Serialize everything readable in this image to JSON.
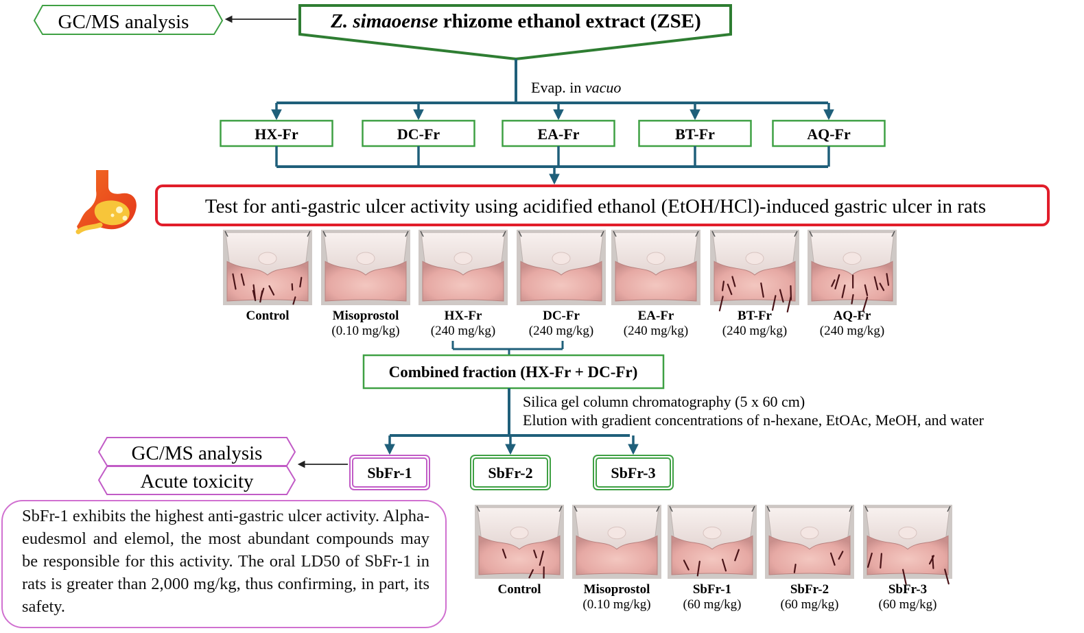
{
  "colors": {
    "flow_line": "#1f5f7a",
    "green_border": "#3ea043",
    "dark_green_border": "#2e7d32",
    "red_border": "#e11d2a",
    "magenta_border": "#c15bc6",
    "arrow_black": "#222222"
  },
  "gcms_top": "GC/MS analysis",
  "extract": {
    "italic": "Z. simaoense",
    "rest": " rhizome ethanol extract (ZSE)"
  },
  "evap": {
    "prefix": "Evap. in ",
    "italic": "vacuo"
  },
  "fractions": [
    "HX-Fr",
    "DC-Fr",
    "EA-Fr",
    "BT-Fr",
    "AQ-Fr"
  ],
  "stomach_icon": "stomach-icon",
  "test_label": "Test for anti-gastric ulcer activity using acidified ethanol (EtOH/HCl)-induced gastric ulcer in rats",
  "photos_row1": [
    {
      "name": "Control",
      "dose": ""
    },
    {
      "name": "Misoprostol",
      "dose": "(0.10 mg/kg)"
    },
    {
      "name": "HX-Fr",
      "dose": "(240 mg/kg)"
    },
    {
      "name": "DC-Fr",
      "dose": "(240 mg/kg)"
    },
    {
      "name": "EA-Fr",
      "dose": "(240 mg/kg)"
    },
    {
      "name": "BT-Fr",
      "dose": "(240 mg/kg)"
    },
    {
      "name": "AQ-Fr",
      "dose": "(240 mg/kg)"
    }
  ],
  "combined": "Combined fraction (HX-Fr + DC-Fr)",
  "chromatography": [
    "Silica gel column chromatography (5 x 60 cm)",
    "Elution with gradient concentrations of n-hexane, EtOAc, MeOH, and water"
  ],
  "gcms_bottom": "GC/MS analysis",
  "acute": "Acute toxicity",
  "subfractions": [
    "SbFr-1",
    "SbFr-2",
    "SbFr-3"
  ],
  "photos_row2": [
    {
      "name": "Control",
      "dose": ""
    },
    {
      "name": "Misoprostol",
      "dose": "(0.10 mg/kg)"
    },
    {
      "name": "SbFr-1",
      "dose": "(60 mg/kg)"
    },
    {
      "name": "SbFr-2",
      "dose": "(60 mg/kg)"
    },
    {
      "name": "SbFr-3",
      "dose": "(60 mg/kg)"
    }
  ],
  "summary": "SbFr-1 exhibits the highest anti-gastric ulcer activity. Alpha-eudesmol and elemol, the most abundant compounds may be responsible for this activity. The oral LD50 of SbFr-1 in rats is greater than 2,000 mg/kg, thus confirming, in part, its safety."
}
